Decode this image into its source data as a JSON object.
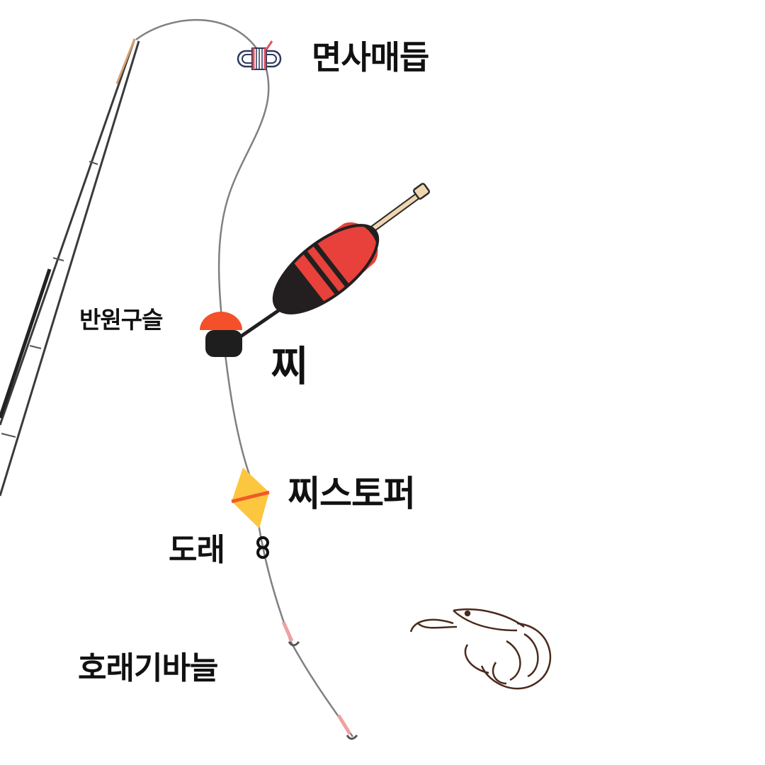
{
  "diagram": {
    "title": "Fishing float rig diagram",
    "labels": {
      "knot": "면사매듭",
      "bead": "반원구슬",
      "float": "찌",
      "stopper": "찌스토퍼",
      "swivel": "도래",
      "hook": "호래기바늘"
    },
    "components": [
      {
        "id": "rod",
        "name": "fishing rod",
        "icon": "fishing-rod-icon"
      },
      {
        "id": "line",
        "name": "fishing line",
        "icon": "line"
      },
      {
        "id": "knot",
        "name": "cotton thread knot",
        "icon": "thread-knot-icon"
      },
      {
        "id": "bead",
        "name": "half-round bead",
        "icon": "bead-icon"
      },
      {
        "id": "float",
        "name": "float",
        "icon": "float-icon"
      },
      {
        "id": "stopper",
        "name": "float stopper",
        "icon": "stopper-icon"
      },
      {
        "id": "swivel",
        "name": "swivel",
        "icon": "swivel-icon"
      },
      {
        "id": "hook",
        "name": "squid hook",
        "icon": "hook-icon"
      },
      {
        "id": "bait",
        "name": "shrimp",
        "icon": "shrimp-icon"
      }
    ],
    "colors": {
      "float_red": "#e8403a",
      "float_black": "#231f20",
      "float_tip": "#f0d6b0",
      "bead_orange": "#f4502a",
      "bead_black": "#1e1e1e",
      "stopper_yellow": "#fcc63f",
      "stopper_line": "#f05a28",
      "knot_navy": "#2d3a5c",
      "knot_red": "#e4535a",
      "shrimp_brown": "#4a2a1c",
      "line_gray": "#7a7a7a",
      "rod_dark": "#333333",
      "rod_tip": "#d9a070"
    }
  }
}
